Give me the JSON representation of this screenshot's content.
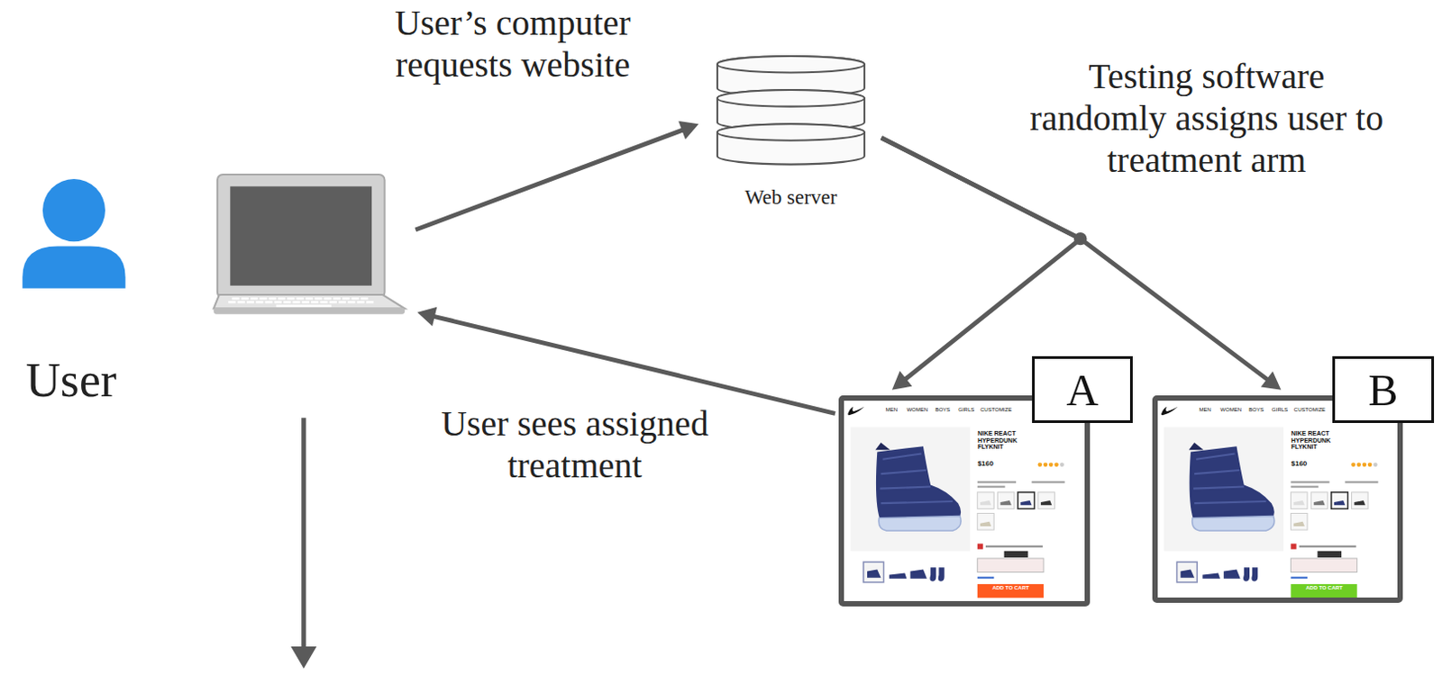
{
  "diagram": {
    "nodes": [
      {
        "text": [
          "User"
        ]
      },
      {
        "text": [
          "Web server"
        ]
      },
      {
        "text": [
          "A"
        ]
      },
      {
        "text": [
          "B"
        ]
      }
    ],
    "edges": [
      {
        "from": 0,
        "to": 1,
        "arrow": "to",
        "label": "User’s computer requests website"
      },
      {
        "from": 1,
        "to": 2,
        "arrow": "to",
        "label": "Testing software randomly assigns user to treatment arm"
      },
      {
        "from": 1,
        "to": 3,
        "arrow": "to"
      },
      {
        "from": 2,
        "to": 0,
        "arrow": "to",
        "label": "User sees assigned treatment"
      }
    ],
    "labels": [
      "MEN",
      "WOMEN",
      "BOYS",
      "GIRLS",
      "CUSTOMIZE",
      "NIKE REACT HYPERDUNK FLYKNIT",
      "$160",
      "ADD TO CART",
      "MEN",
      "WOMEN",
      "BOYS",
      "GIRLS",
      "CUSTOMIZE",
      "NIKE REACT HYPERDUNK FLYKNIT",
      "$160",
      "ADD TO CART"
    ]
  }
}
